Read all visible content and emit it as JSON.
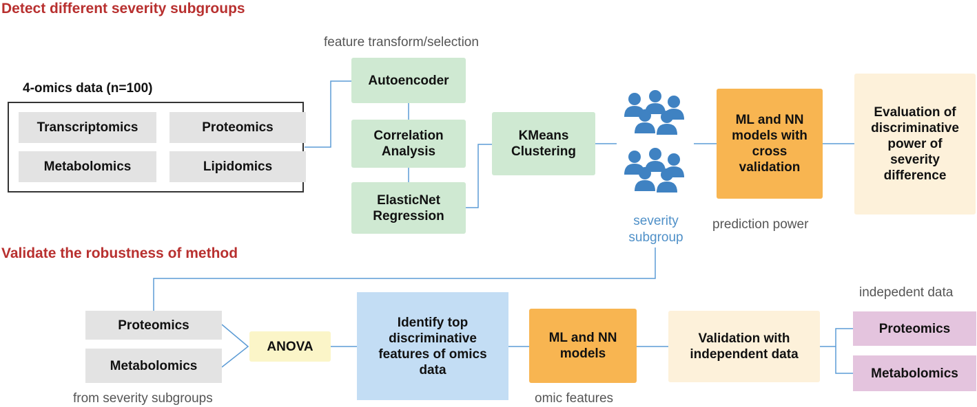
{
  "colors": {
    "heading": "#b8302f",
    "connector": "#5b9bd5",
    "green_box": "#cfe9d2",
    "orange_box": "#f8b551",
    "cream_box": "#fdf1da",
    "blue_box": "#c3ddf4",
    "pink_box": "#e4c4de",
    "gray_box": "#e3e3e3",
    "people_icon": "#3f82c2"
  },
  "section1": {
    "heading": "Detect different severity subgroups",
    "omics_title": "4-omics data (n=100)",
    "omics": [
      "Transcriptomics",
      "Proteomics",
      "Metabolomics",
      "Lipidomics"
    ],
    "feature_label": "feature transform/selection",
    "methods": [
      "Autoencoder",
      "Correlation Analysis",
      "ElasticNet Regression"
    ],
    "clustering": "KMeans Clustering",
    "subgroup_label": "severity subgroup",
    "models": "ML and NN models with cross validation",
    "prediction_label": "prediction power",
    "evaluation": "Evaluation of discriminative power of severity difference"
  },
  "section2": {
    "heading": "Validate the robustness of method",
    "inputs": [
      "Proteomics",
      "Metabolomics"
    ],
    "inputs_label": "from severity subgroups",
    "anova": "ANOVA",
    "identify": "Identify top discriminative features of omics data",
    "models": "ML and NN models",
    "models_label": "omic features",
    "validation": "Validation with independent data",
    "independent_label": "indepedent data",
    "independent": [
      "Proteomics",
      "Metabolomics"
    ]
  }
}
